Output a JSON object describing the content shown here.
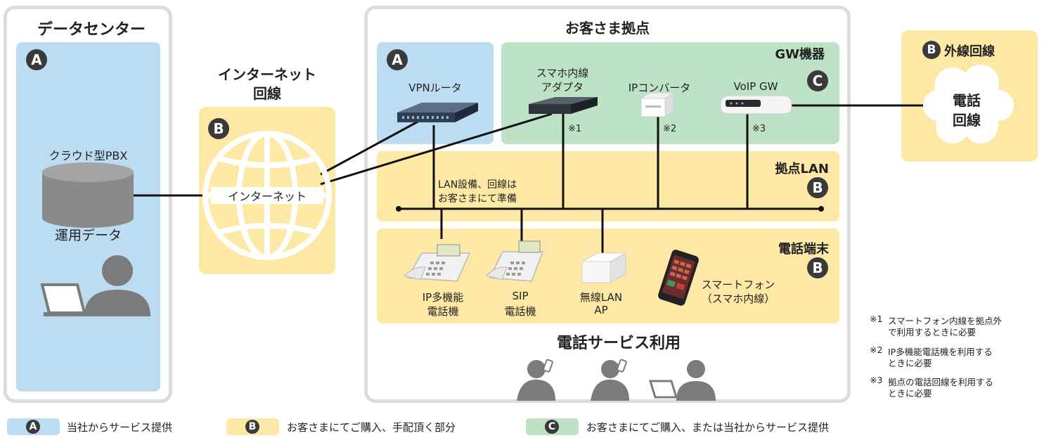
{
  "colors": {
    "blue": "#bcdcf2",
    "yellow": "#fde9a5",
    "green": "#bee2c6",
    "frame": "#dcdcdc",
    "badge": "#3a3a3a",
    "line": "#111111"
  },
  "datacenter": {
    "title": "データセンター",
    "badge": "A",
    "pbx_label": "クラウド型PBX",
    "ops_label": "運用データ"
  },
  "internet": {
    "title_line1": "インターネット",
    "title_line2": "回線",
    "badge": "B",
    "label": "インターネット"
  },
  "site": {
    "title": "お客さま拠点",
    "vpn": {
      "badge": "A",
      "label": "VPNルータ"
    },
    "gw": {
      "title": "GW機器",
      "badge": "C",
      "adapter_line1": "スマホ内線",
      "adapter_line2": "アダプタ",
      "converter": "IPコンバータ",
      "voip": "VoIP GW",
      "note1": "※1",
      "note2": "※2",
      "note3": "※3"
    },
    "lan": {
      "title": "拠点LAN",
      "badge": "B",
      "note_line1": "LAN設備、回線は",
      "note_line2": "お客さまにて準備"
    },
    "terminals": {
      "title": "電話端末",
      "badge": "B",
      "ip_phone_line1": "IP多機能",
      "ip_phone_line2": "電話機",
      "sip_line1": "SIP",
      "sip_line2": "電話機",
      "ap_line1": "無線LAN",
      "ap_line2": "AP",
      "smart_line1": "スマートフォン",
      "smart_line2": "（スマホ内線）"
    },
    "usage_title": "電話サービス利用"
  },
  "external": {
    "badge": "B",
    "title": "外線回線",
    "phone_line1": "電話",
    "phone_line2": "回線"
  },
  "notes": [
    {
      "mark": "※1",
      "line1": "スマートフォン内線を拠点外",
      "line2": "で利用するときに必要"
    },
    {
      "mark": "※2",
      "line1": "IP多機能電話機を利用する",
      "line2": "ときに必要"
    },
    {
      "mark": "※3",
      "line1": "拠点の電話回線を利用する",
      "line2": "ときに必要"
    }
  ],
  "legend": [
    {
      "badge": "A",
      "text": "当社からサービス提供",
      "color": "#bcdcf2"
    },
    {
      "badge": "B",
      "text": "お客さまにてご購入、手配頂く部分",
      "color": "#fde9a5"
    },
    {
      "badge": "C",
      "text": "お客さまにてご購入、または当社からサービス提供",
      "color": "#bee2c6"
    }
  ]
}
